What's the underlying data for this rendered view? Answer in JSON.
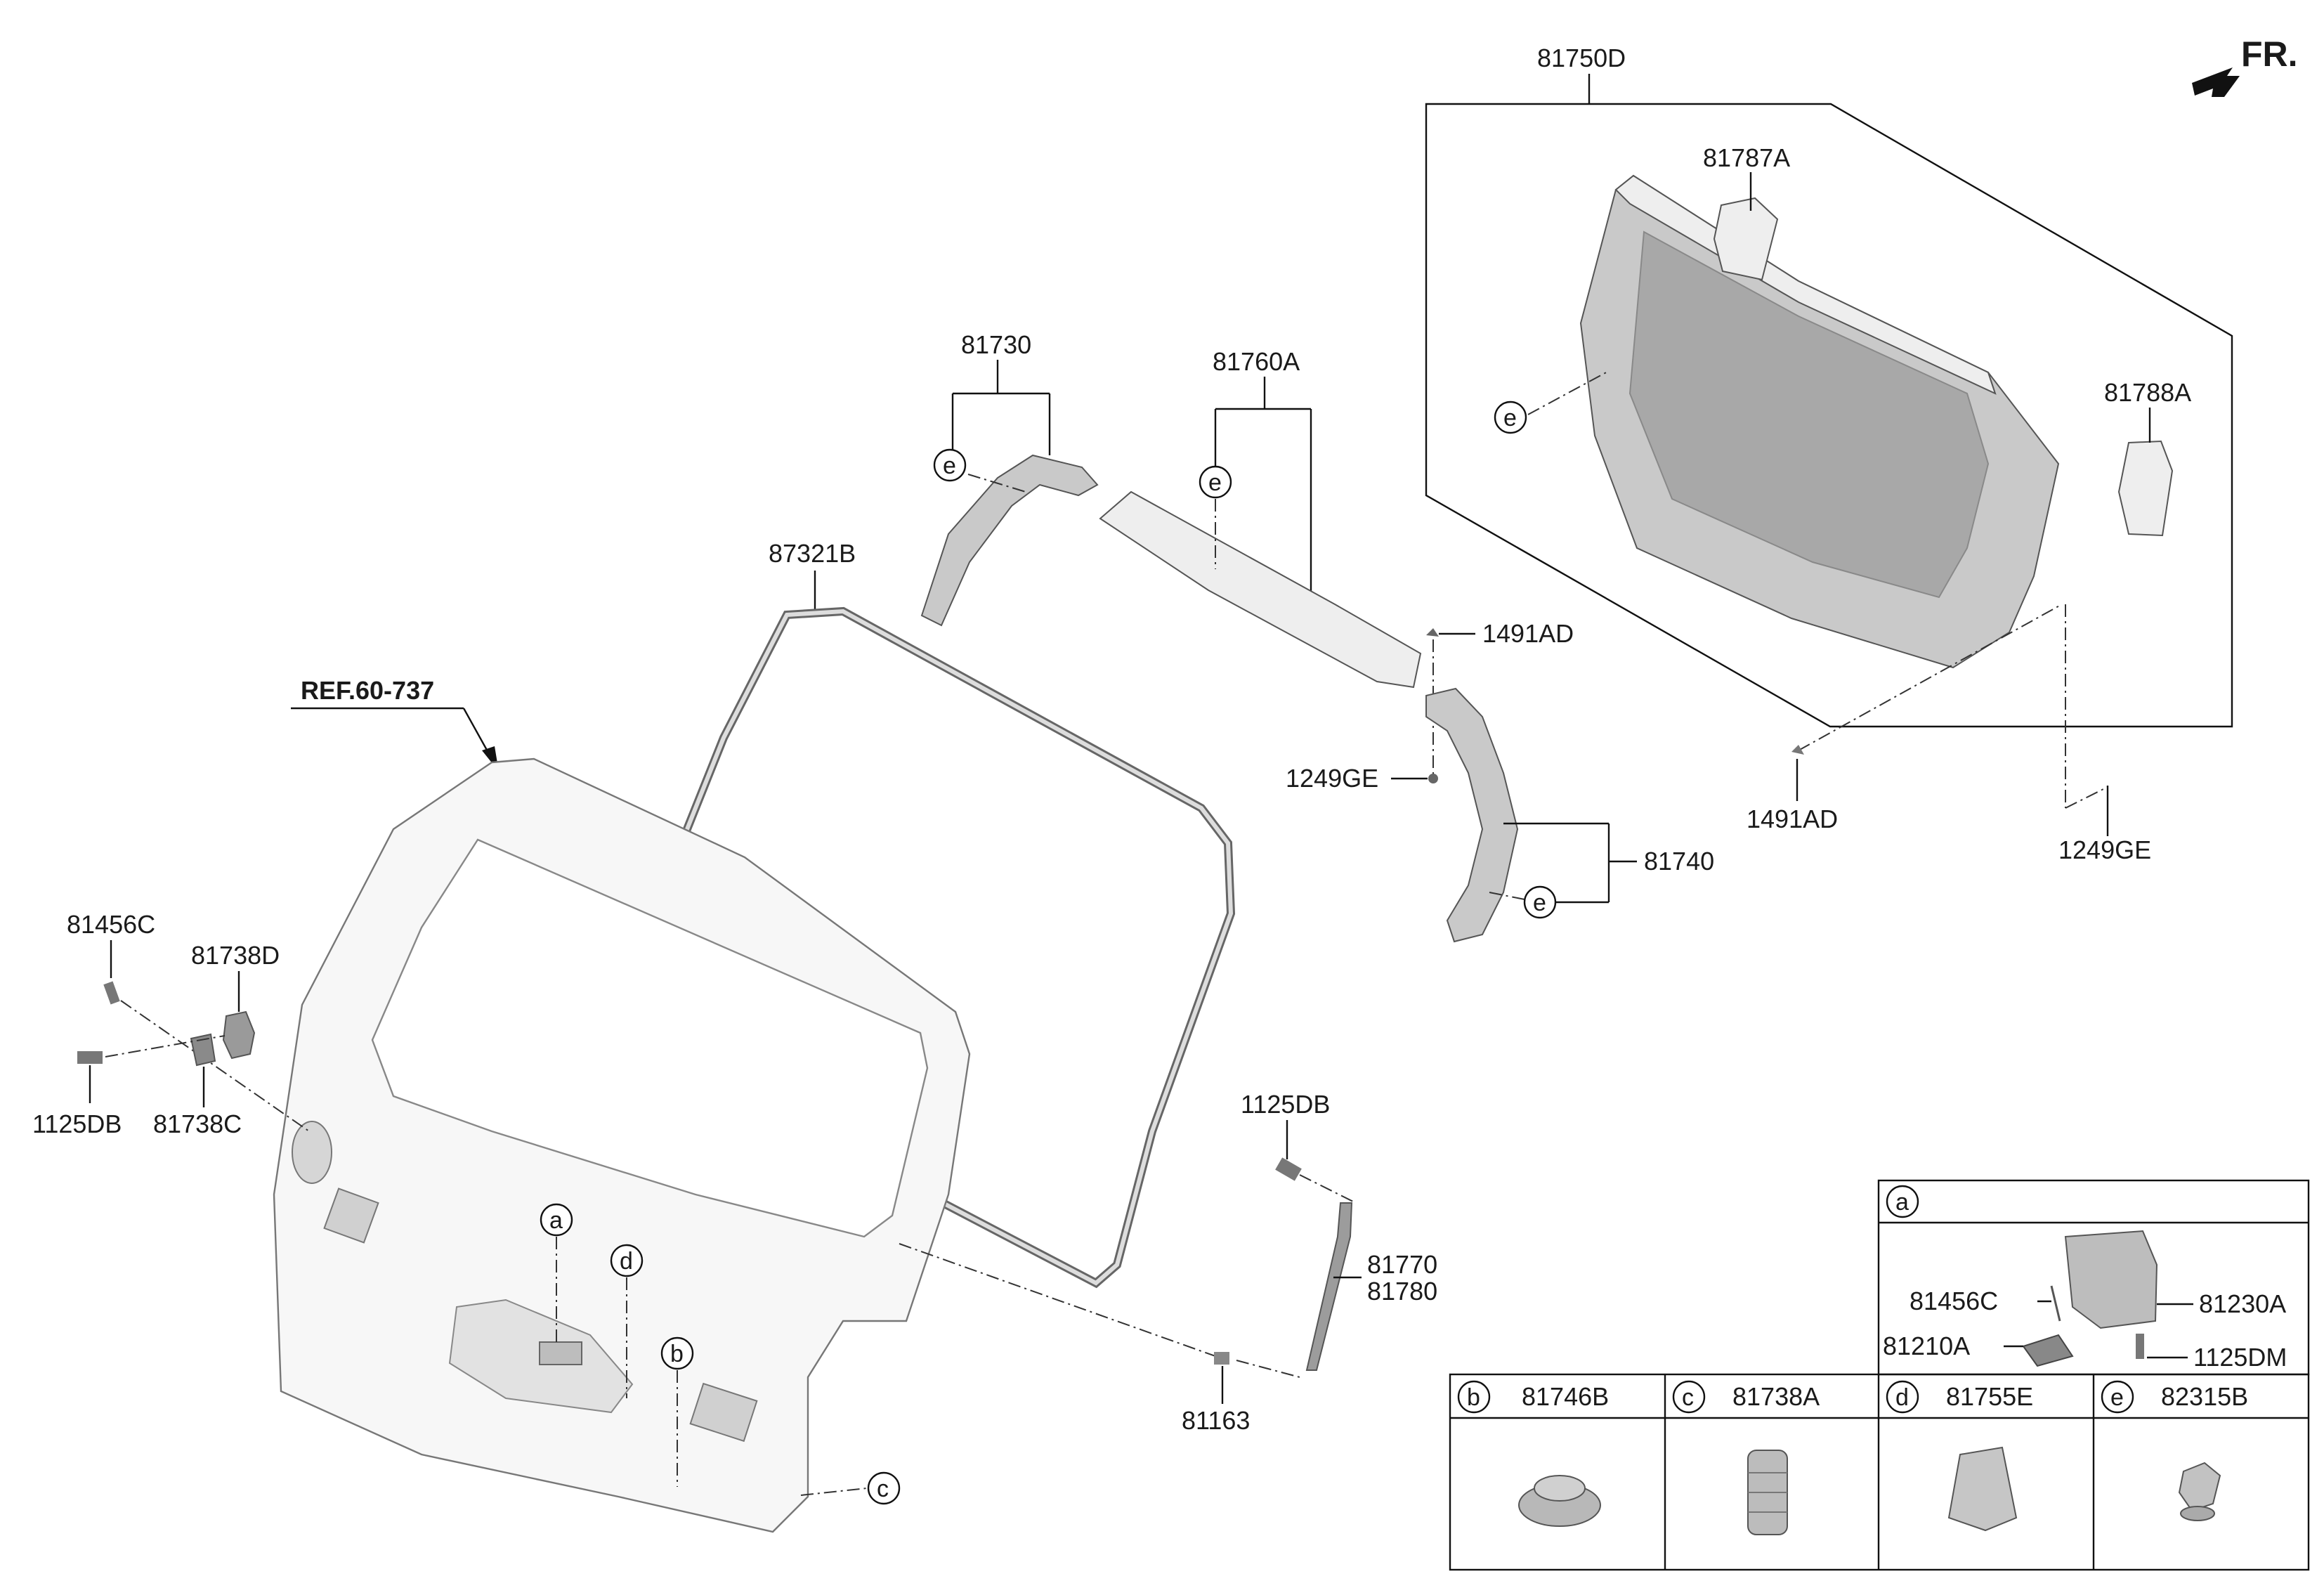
{
  "direction_label": "FR.",
  "reference_label": "REF.60-737",
  "part_labels": {
    "p81750D": "81750D",
    "p81787A": "81787A",
    "p81788A": "81788A",
    "p81730": "81730",
    "p81760A": "81760A",
    "p87321B": "87321B",
    "p1491AD_top": "1491AD",
    "p1249GE_left": "1249GE",
    "p1491AD_bottom": "1491AD",
    "p1249GE_right": "1249GE",
    "p81740": "81740",
    "p81456C_left": "81456C",
    "p81738D": "81738D",
    "p1125DB_left": "1125DB",
    "p81738C": "81738C",
    "p1125DB_mid": "1125DB",
    "p81770": "81770",
    "p81780": "81780",
    "p81163": "81163"
  },
  "callouts": {
    "e1": "e",
    "e2": "e",
    "e3": "e",
    "e4": "e",
    "a": "a",
    "b": "b",
    "c": "c",
    "d": "d"
  },
  "detail_table": {
    "section_a": {
      "letter": "a",
      "parts": [
        "81456C",
        "81230A",
        "81210A",
        "1125DM"
      ]
    },
    "cells": [
      {
        "letter": "b",
        "part": "81746B"
      },
      {
        "letter": "c",
        "part": "81738A"
      },
      {
        "letter": "d",
        "part": "81755E"
      },
      {
        "letter": "e",
        "part": "82315B"
      }
    ]
  }
}
